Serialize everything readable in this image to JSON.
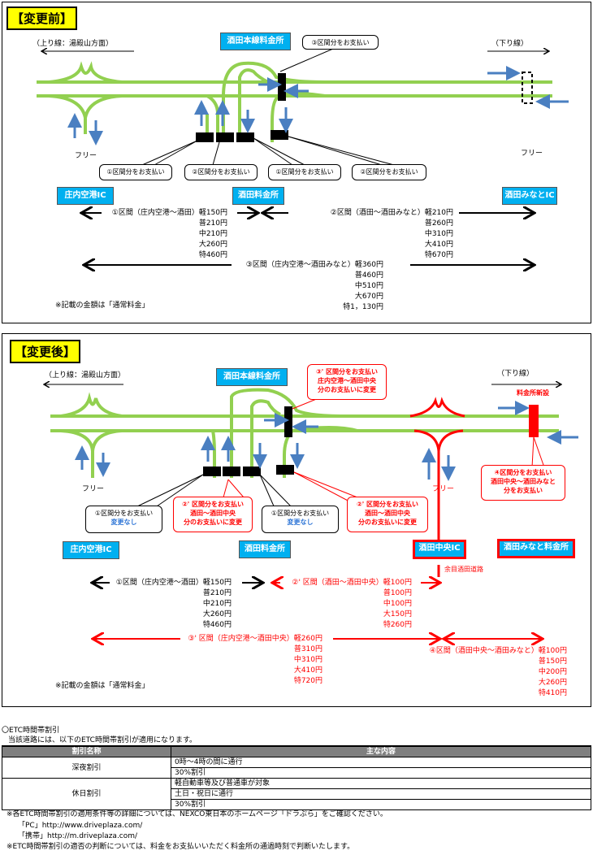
{
  "before": {
    "header": "【変更前】",
    "up_direction": "（上り線：湯殿山方面）",
    "down_direction": "（下り線）",
    "mainline_toll": "酒田本線料金所",
    "callout_main": "③区間分をお支払い",
    "free": "フリー",
    "callouts": [
      "①区間分をお支払い",
      "②区間分をお支払い",
      "①区間分をお支払い",
      "②区間分をお支払い"
    ],
    "ic_left": "庄内空港IC",
    "toll_center": "酒田料金所",
    "ic_right": "酒田みなとIC",
    "fare1": {
      "title": "①区間（庄内空港～酒田）軽150円",
      "lines": [
        "普210円",
        "中210円",
        "大260円",
        "特460円"
      ]
    },
    "fare2": {
      "title": "②区間（酒田～酒田みなと）軽210円",
      "lines": [
        "普260円",
        "中310円",
        "大410円",
        "特670円"
      ]
    },
    "fare3": {
      "title": "③区間（庄内空港～酒田みなと）軽360円",
      "lines": [
        "普460円",
        "中510円",
        "大670円",
        "特1，130円"
      ]
    },
    "note": "※記載の金額は「通常料金」"
  },
  "after": {
    "header": "【変更後】",
    "up_direction": "（上り線：湯殿山方面）",
    "down_direction": "（下り線）",
    "mainline_toll": "酒田本線料金所",
    "callout_main": [
      "③' 区間分をお支払い",
      "庄内空港～酒田中央",
      "分のお支払いに変更"
    ],
    "new_toll": "料金所新設",
    "free": "フリー",
    "callout1": [
      "①区間分をお支払い",
      "変更なし"
    ],
    "callout2": [
      "②' 区間分をお支払い",
      "酒田～酒田中央",
      "分のお支払いに変更"
    ],
    "callout3": [
      "①区間分をお支払い",
      "変更なし"
    ],
    "callout4": [
      "②' 区間分をお支払い",
      "酒田～酒田中央",
      "分のお支払いに変更"
    ],
    "callout5": [
      "④区間分をお支払い",
      "酒田中央～酒田みなと",
      "分をお支払い"
    ],
    "ic_left": "庄内空港IC",
    "toll_center": "酒田料金所",
    "ic_new": "酒田中央IC",
    "toll_right": "酒田みなと料金所",
    "road_name": "余目酒田道路",
    "fare1": {
      "title": "①区間（庄内空港～酒田）軽150円",
      "lines": [
        "普210円",
        "中210円",
        "大260円",
        "特460円"
      ]
    },
    "fare2": {
      "title": "②' 区間（酒田～酒田中央）軽100円",
      "lines": [
        "普100円",
        "中100円",
        "大150円",
        "特260円"
      ]
    },
    "fare3": {
      "title": "③' 区間（庄内空港～酒田中央）軽260円",
      "lines": [
        "普310円",
        "中310円",
        "大410円",
        "特720円"
      ]
    },
    "fare4": {
      "title": "④区間（酒田中央～酒田みなと）軽100円",
      "lines": [
        "普150円",
        "中200円",
        "大260円",
        "特410円"
      ]
    },
    "note": "※記載の金額は「通常料金」"
  },
  "etc": {
    "title": "〇ETC時間帯割引",
    "intro": "当該道路には、以下のETC時間帯割引が適用になります。",
    "headers": [
      "割引名称",
      "主な内容"
    ],
    "rows": [
      {
        "name": "深夜割引",
        "items": [
          "0時～4時の間に通行",
          "30%割引"
        ]
      },
      {
        "name": "休日割引",
        "items": [
          "軽自動車等及び普通車が対象",
          "土日・祝日に通行",
          "30%割引"
        ]
      }
    ],
    "notes": [
      "※各ETC時間帯割引の適用条件等の詳細については、NEXCO東日本のホームページ「ドラぷら」をご確認ください。",
      "「PC」http://www.driveplaza.com/",
      "「携帯」http://m.driveplaza.com/",
      "※ETC時間帯割引の適否の判断については、料金をお支払いいただく料金所の通過時刻で判断いたします。"
    ]
  },
  "colors": {
    "road": "#92d050",
    "new_road": "#ff0000",
    "flow_arrow": "#4a7fc1",
    "label_bg": "#00b0f0",
    "header_bg": "#ffff00"
  }
}
